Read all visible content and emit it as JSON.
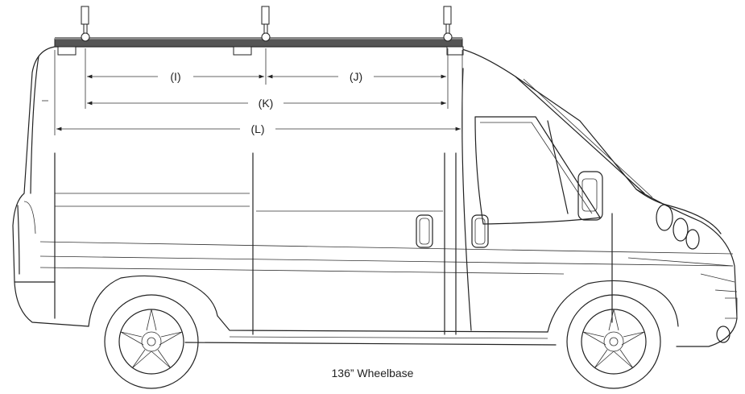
{
  "caption": "136” Wheelbase",
  "dimensions": {
    "i": "(I)",
    "j": "(J)",
    "k": "(K)",
    "l": "(L)"
  },
  "colors": {
    "line": "#222222",
    "rack": "#555555",
    "background": "#ffffff"
  },
  "icons": [
    "van-side-view",
    "roof-rack",
    "ladder-clamp",
    "wheel"
  ]
}
